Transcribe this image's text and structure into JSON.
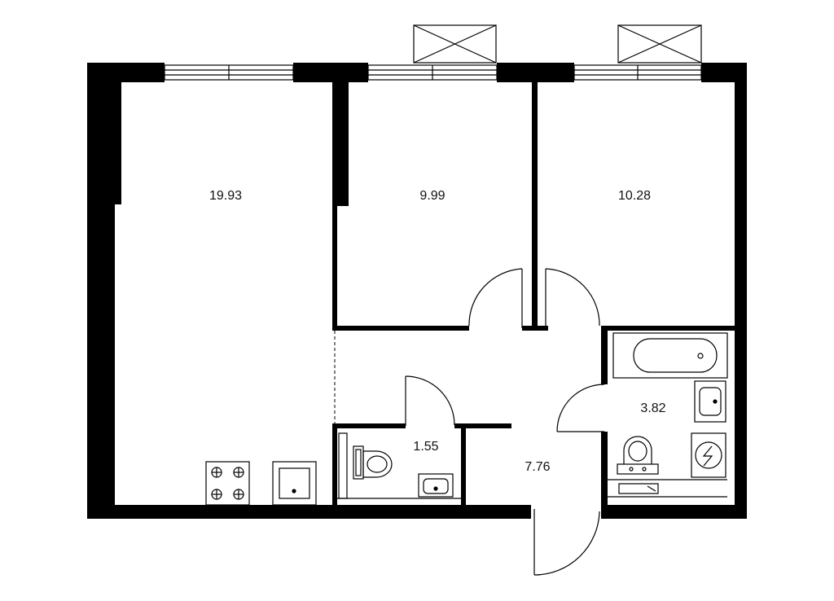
{
  "plan": {
    "rooms": [
      {
        "id": "living-kitchen",
        "area": "19.93"
      },
      {
        "id": "bedroom-middle",
        "area": "9.99"
      },
      {
        "id": "bedroom-right",
        "area": "10.28"
      },
      {
        "id": "bathroom",
        "area": "3.82"
      },
      {
        "id": "toilet",
        "area": "1.55"
      },
      {
        "id": "hallway",
        "area": "7.76"
      }
    ]
  }
}
